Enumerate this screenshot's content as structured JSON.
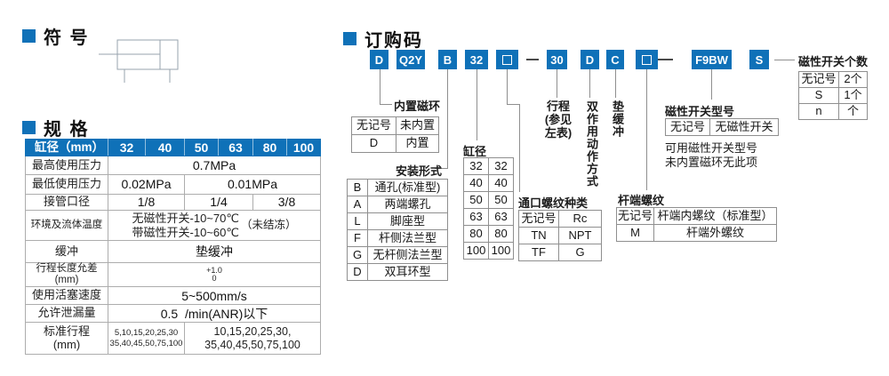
{
  "colors": {
    "accent_blue": "#0f71b8",
    "table_border": "#adadad",
    "line_gray": "#8f8f8f"
  },
  "symbol": {
    "title": "符 号"
  },
  "spec": {
    "title": "规 格",
    "header": [
      "缸径（mm）",
      "32",
      "40",
      "50",
      "63",
      "80",
      "100"
    ],
    "max_pressure": {
      "label": "最高使用压力",
      "value": "0.7MPa"
    },
    "min_pressure": {
      "label": "最低使用压力",
      "v1": "0.02MPa",
      "v2": "0.01MPa"
    },
    "port_size": {
      "label": "接管口径",
      "v1": "1/8",
      "v2": "1/4",
      "v3": "3/8"
    },
    "temperature": {
      "label": "环境及流体温度",
      "line1": "无磁性开关-10~70℃",
      "line2": "带磁性开关-10~60℃",
      "note": "（未结冻）"
    },
    "cushion": {
      "label": "缓冲",
      "value": "垫缓冲"
    },
    "stroke_tolerance": {
      "label": "行程长度允差(mm)",
      "upper": "+1.0",
      "lower": "0"
    },
    "piston_speed": {
      "label": "使用活塞速度",
      "value": "5~500mm/s"
    },
    "leakage": {
      "label": "允许泄漏量",
      "value": "0.5  /min(ANR)以下"
    },
    "standard_stroke": {
      "label_line1": "标准行程",
      "label_line2": "(mm)",
      "v1_line1": "5,10,15,20,25,30",
      "v1_line2": "35,40,45,50,75,100",
      "v2_line1": "10,15,20,25,30,",
      "v2_line2": "35,40,45,50,75,100"
    }
  },
  "order": {
    "title": "订购码",
    "code_boxes": [
      "D",
      "Q2Y",
      "B",
      "32",
      "",
      "30",
      "D",
      "C",
      "",
      "F9BW",
      "S"
    ],
    "built_in_magnet": {
      "label": "内置磁环",
      "rows": [
        [
          "无记号",
          "未内置"
        ],
        [
          "D",
          "内置"
        ]
      ]
    },
    "mounting": {
      "label": "安装形式",
      "rows": [
        [
          "B",
          "通孔(标准型)"
        ],
        [
          "A",
          "两端螺孔"
        ],
        [
          "L",
          "脚座型"
        ],
        [
          "F",
          "杆侧法兰型"
        ],
        [
          "G",
          "无杆侧法兰型"
        ],
        [
          "D",
          "双耳环型"
        ]
      ]
    },
    "bore": {
      "label": "缸径",
      "rows": [
        [
          "32",
          "32"
        ],
        [
          "40",
          "40"
        ],
        [
          "50",
          "50"
        ],
        [
          "63",
          "63"
        ],
        [
          "80",
          "80"
        ],
        [
          "100",
          "100"
        ]
      ]
    },
    "stroke_note": {
      "line1": "行程",
      "line2": "(参见",
      "line3": "左表)"
    },
    "double_acting": "双作用动作方式",
    "cushion": "垫缓冲",
    "port_thread": {
      "label": "通口螺纹种类",
      "rows": [
        [
          "无记号",
          "Rc"
        ],
        [
          "TN",
          "NPT"
        ],
        [
          "TF",
          "G"
        ]
      ]
    },
    "rod_thread": {
      "label": "杆端螺纹",
      "rows": [
        [
          "无记号",
          "杆端内螺纹（标准型）"
        ],
        [
          "M",
          "杆端外螺纹"
        ]
      ]
    },
    "switch_model": {
      "label": "磁性开关型号",
      "rows": [
        [
          "无记号",
          "无磁性开关"
        ]
      ],
      "note1": "可用磁性开关型号",
      "note2": "未内置磁环无此项"
    },
    "switch_count": {
      "label": "磁性开关个数",
      "rows": [
        [
          "无记号",
          "2个"
        ],
        [
          "S",
          "1个"
        ],
        [
          "n",
          "个"
        ]
      ]
    }
  }
}
